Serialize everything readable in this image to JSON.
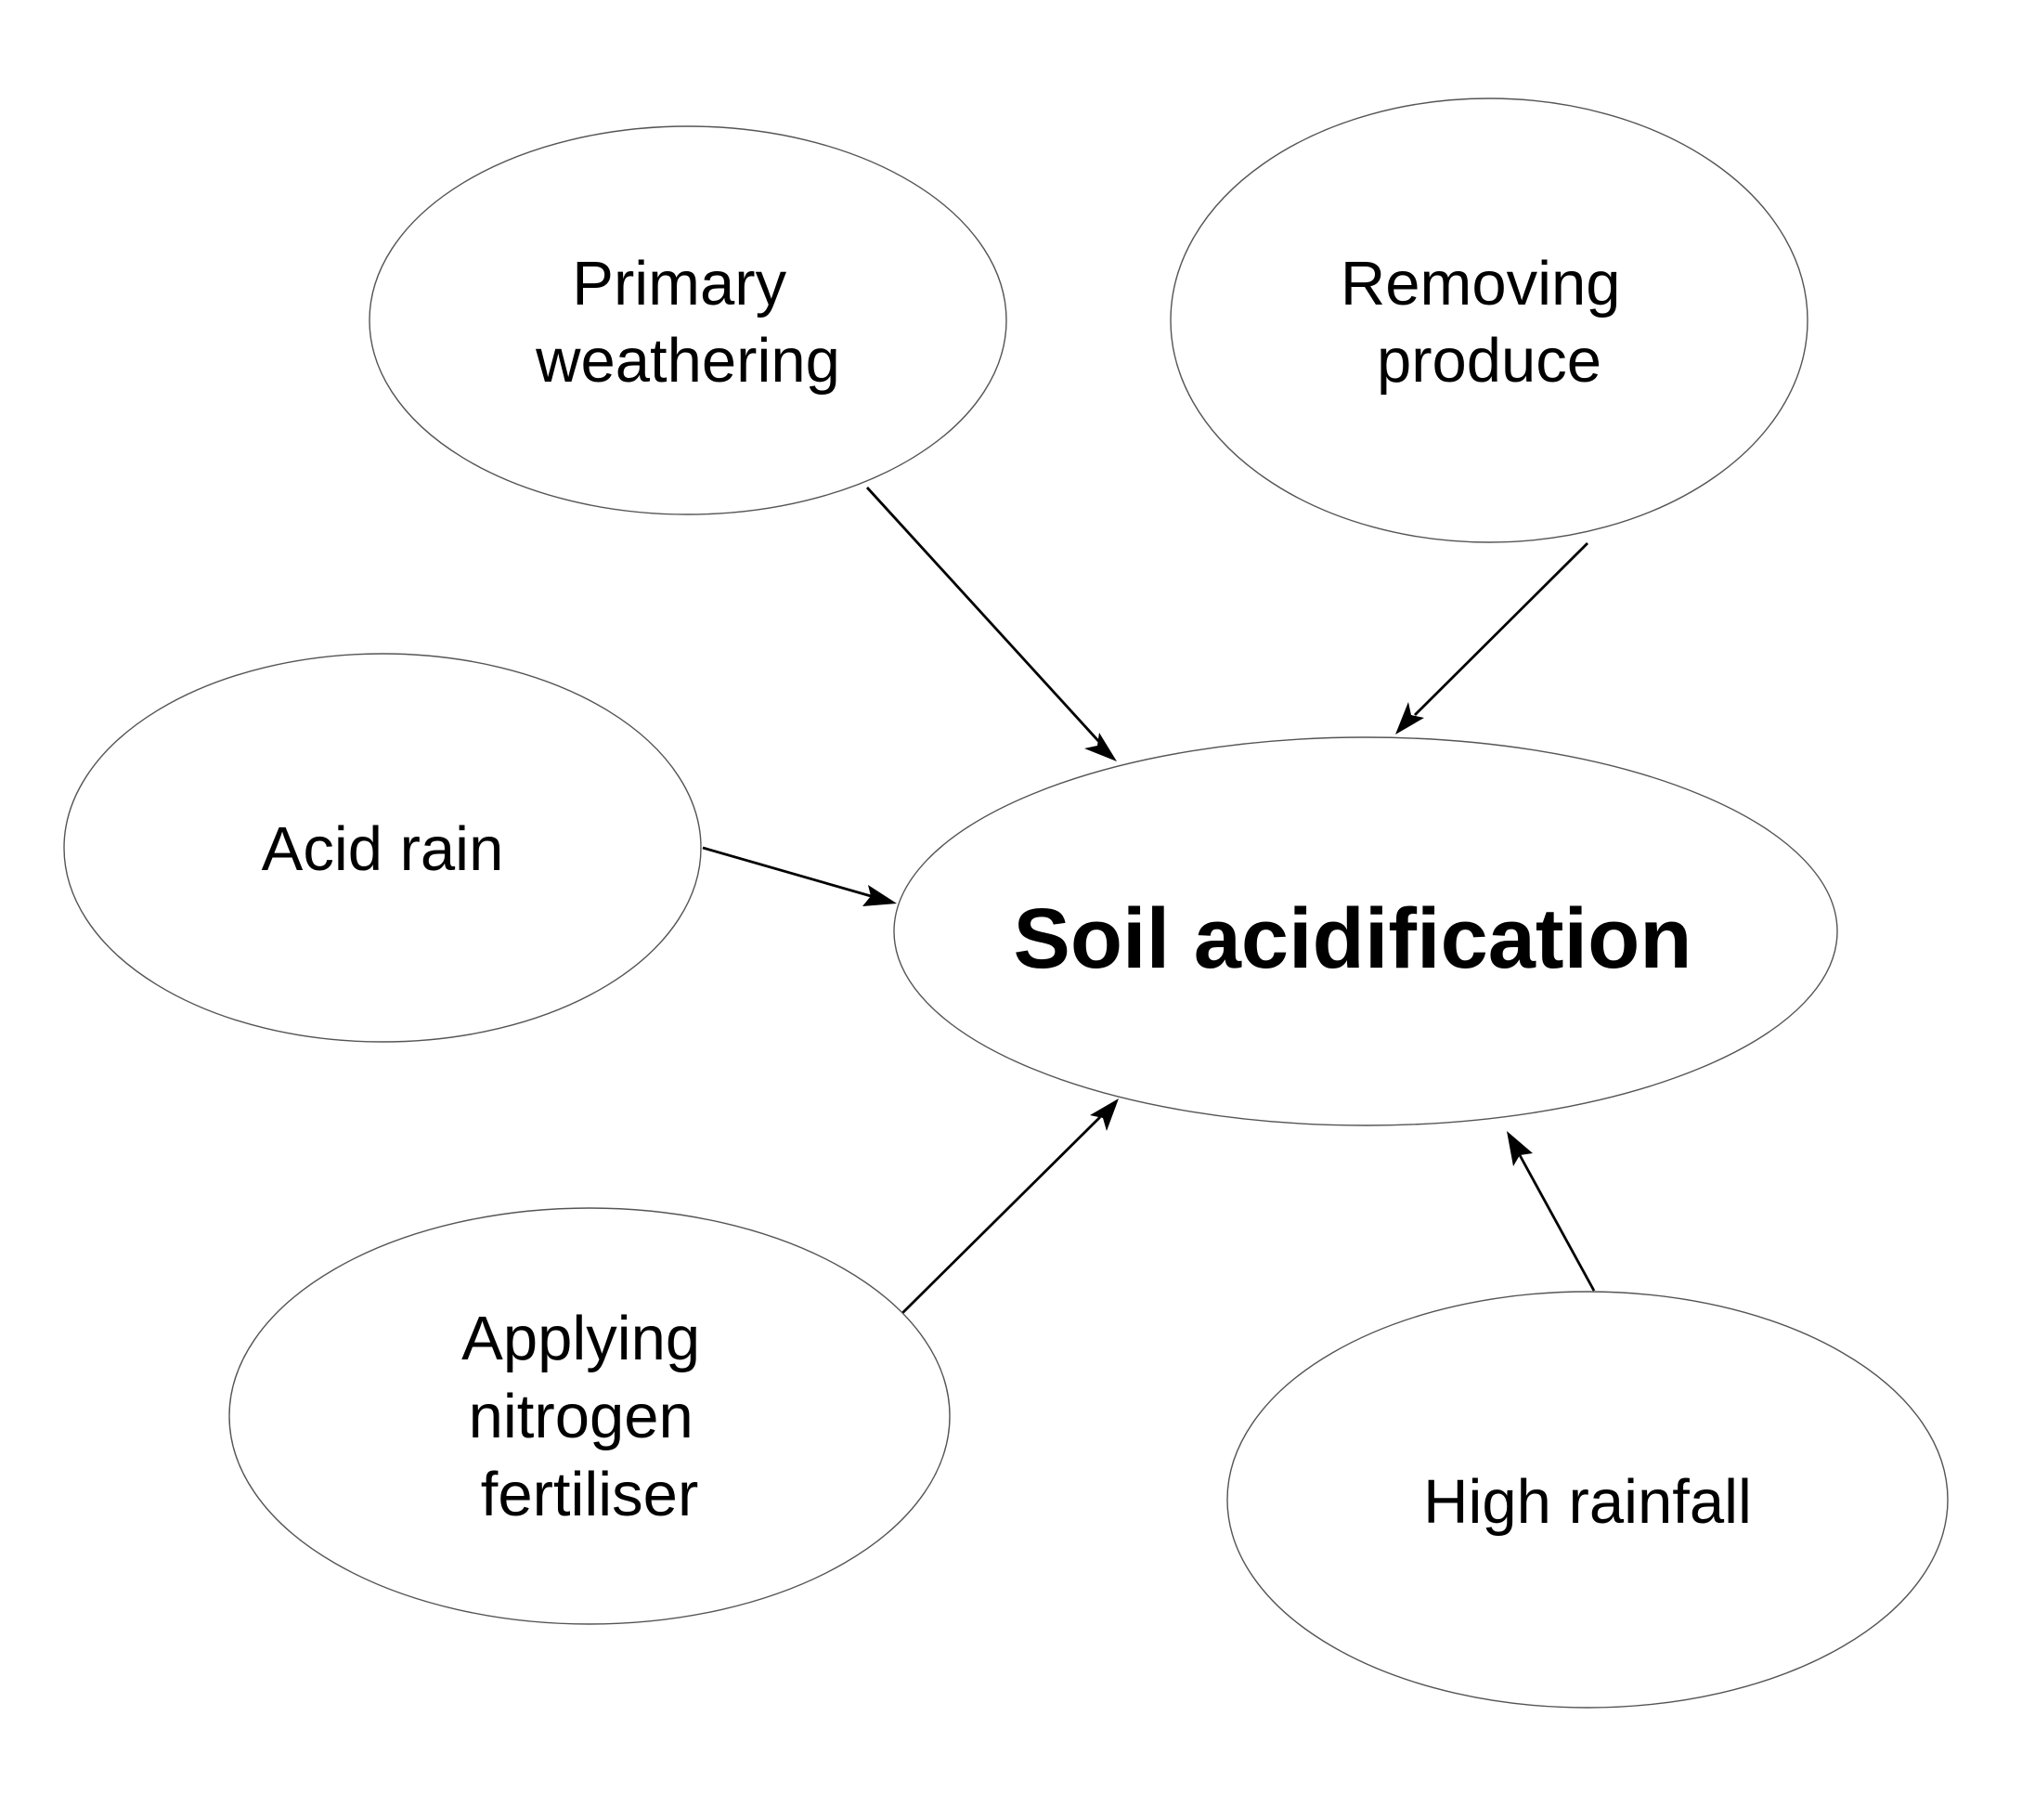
{
  "diagram": {
    "center": {
      "id": "soil-acidification",
      "lines": [
        "Soil acidification"
      ]
    },
    "causes": [
      {
        "id": "primary-weathering",
        "lines": [
          "Primary",
          "weathering"
        ]
      },
      {
        "id": "removing-produce",
        "lines": [
          "Removing",
          "produce"
        ]
      },
      {
        "id": "acid-rain",
        "lines": [
          "Acid rain"
        ]
      },
      {
        "id": "applying-nitrogen-fertiliser",
        "lines": [
          "Applying",
          "nitrogen",
          "fertiliser"
        ]
      },
      {
        "id": "high-rainfall",
        "lines": [
          "High rainfall"
        ]
      }
    ],
    "edges": [
      {
        "from": "primary-weathering",
        "to": "soil-acidification"
      },
      {
        "from": "removing-produce",
        "to": "soil-acidification"
      },
      {
        "from": "acid-rain",
        "to": "soil-acidification"
      },
      {
        "from": "applying-nitrogen-fertiliser",
        "to": "soil-acidification"
      },
      {
        "from": "high-rainfall",
        "to": "soil-acidification"
      }
    ]
  }
}
